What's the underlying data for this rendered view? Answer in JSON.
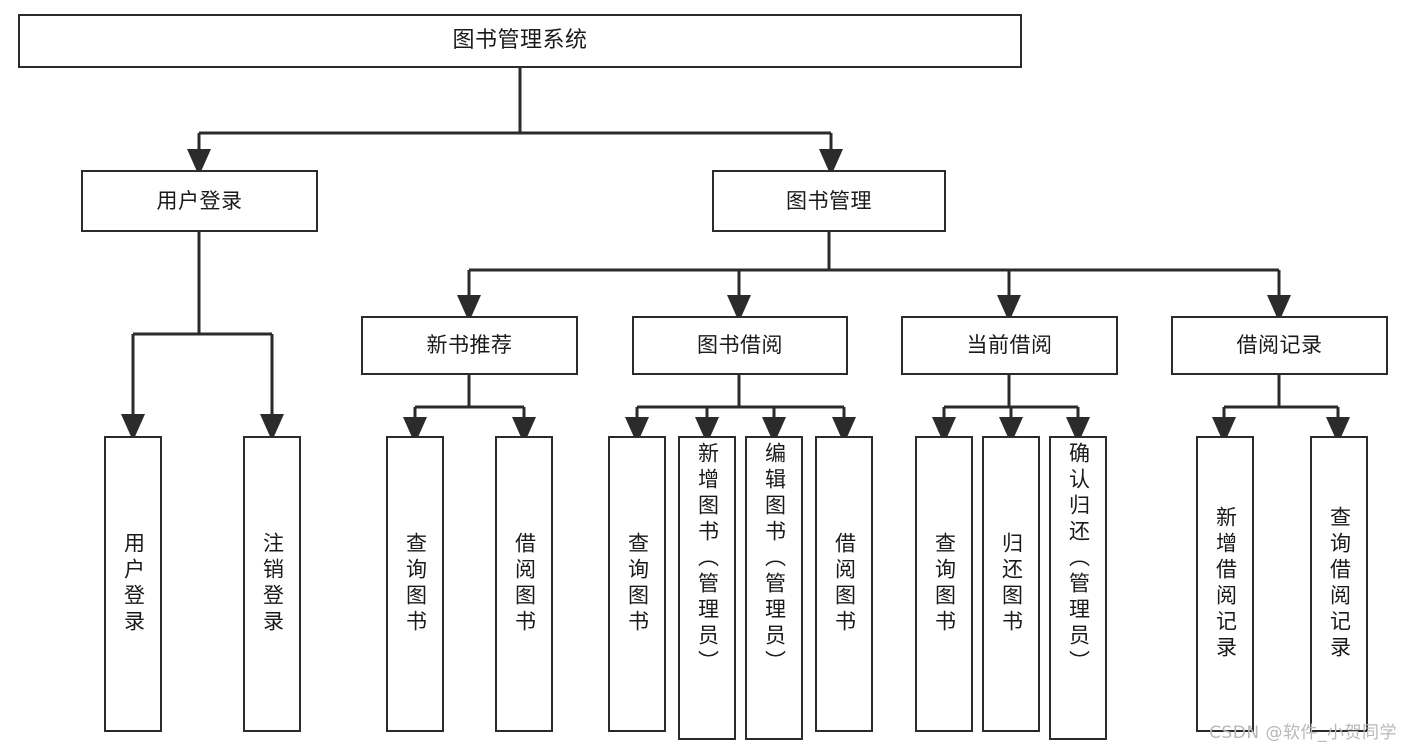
{
  "diagram": {
    "title": "图书管理系统",
    "type": "tree-hierarchy-chart",
    "stroke_color": "#2b2b2b",
    "fill_color": "#ffffff",
    "text_color": "#1a1a1a",
    "levels": {
      "root": {
        "label": "图书管理系统"
      },
      "level2": [
        {
          "label": "用户登录"
        },
        {
          "label": "图书管理"
        }
      ],
      "level3": [
        {
          "label": "新书推荐"
        },
        {
          "label": "图书借阅"
        },
        {
          "label": "当前借阅"
        },
        {
          "label": "借阅记录"
        }
      ],
      "leaves": {
        "user_login": [
          {
            "label": "用户登录"
          },
          {
            "label": "注销登录"
          }
        ],
        "new_book_recommend": [
          {
            "label": "查询图书"
          },
          {
            "label": "借阅图书"
          }
        ],
        "book_borrow": [
          {
            "label": "查询图书"
          },
          {
            "label": "新增图书（管理员）"
          },
          {
            "label": "编辑图书（管理员）"
          },
          {
            "label": "借阅图书"
          }
        ],
        "current_borrow": [
          {
            "label": "查询图书"
          },
          {
            "label": "归还图书"
          },
          {
            "label": "确认归还（管理员）"
          }
        ],
        "borrow_record": [
          {
            "label": "新增借阅记录"
          },
          {
            "label": "查询借阅记录"
          }
        ]
      }
    }
  },
  "watermark": {
    "text": "CSDN @软件_小贺同学",
    "color": "#b8b8b8"
  }
}
